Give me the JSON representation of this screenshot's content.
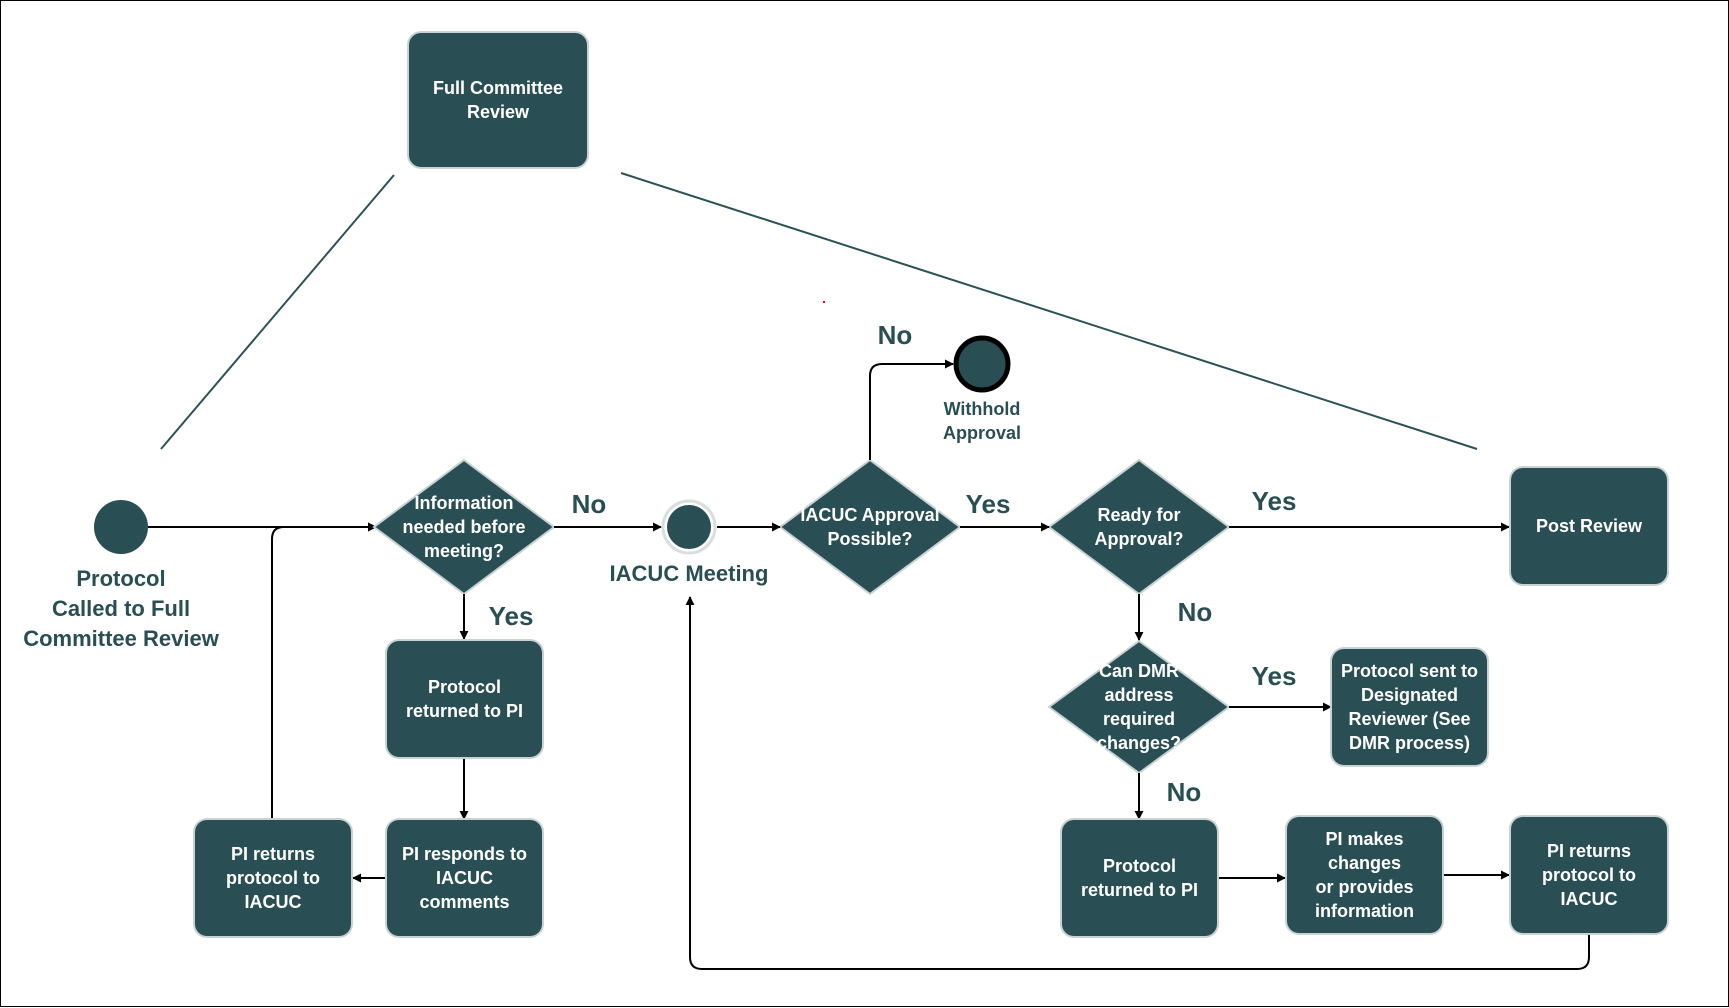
{
  "colors": {
    "node": "#294f54",
    "line": "#000000",
    "accent_line": "#2b5257",
    "marker": "#ff0000"
  },
  "title_box": {
    "text": "Full Committee Review"
  },
  "start": {
    "label_lines": [
      "Protocol",
      "Called to Full",
      "Committee Review"
    ]
  },
  "decisions": {
    "info_needed": [
      "Information",
      "needed before",
      "meeting?"
    ],
    "approval_possible": [
      "IACUC Approval",
      "Possible?"
    ],
    "ready": [
      "Ready for",
      "Approval?"
    ],
    "dmr": [
      "Can DMR",
      "address",
      "required",
      "changes?"
    ]
  },
  "meeting": {
    "label": "IACUC Meeting"
  },
  "withhold": {
    "label_lines": [
      "Withhold",
      "Approval"
    ]
  },
  "boxes": {
    "returned_to_pi_1": [
      "Protocol",
      "returned to PI"
    ],
    "pi_responds": [
      "PI responds to",
      "IACUC comments"
    ],
    "pi_returns_1": [
      "PI returns",
      "protocol to",
      "IACUC"
    ],
    "post_review": [
      "Post Review"
    ],
    "sent_to_dr": [
      "Protocol sent to",
      "Designated",
      "Reviewer (See",
      "DMR process)"
    ],
    "returned_to_pi_2": [
      "Protocol",
      "returned to PI"
    ],
    "pi_makes_changes": [
      "PI makes changes",
      "or provides",
      "information"
    ],
    "pi_returns_2": [
      "PI returns",
      "protocol to",
      "IACUC"
    ]
  },
  "branch_labels": {
    "info_no": "No",
    "info_yes": "Yes",
    "approval_no": "No",
    "approval_yes": "Yes",
    "ready_yes": "Yes",
    "ready_no": "No",
    "dmr_yes": "Yes",
    "dmr_no": "No"
  }
}
